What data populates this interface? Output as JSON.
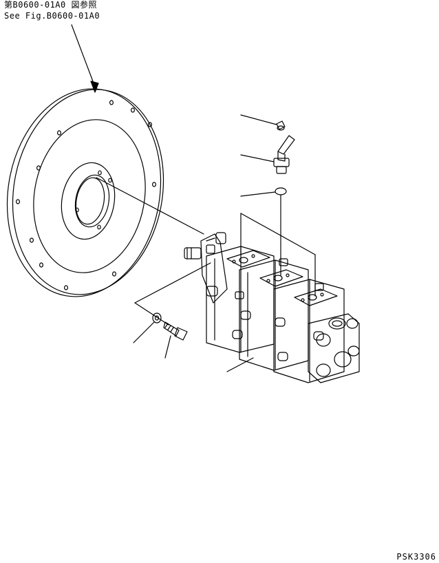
{
  "reference": {
    "japanese": "第B0600-01A0 図参照",
    "english": "See Fig.B0600-01A0"
  },
  "drawing_code": "PSK3306",
  "colors": {
    "line": "#000000",
    "background": "#ffffff"
  },
  "parts": [
    {
      "name": "flywheel-housing-plate",
      "icon": "flange-plate-icon"
    },
    {
      "name": "hydraulic-pump-assembly",
      "icon": "gear-pump-icon"
    },
    {
      "name": "plug",
      "icon": "plug-icon"
    },
    {
      "name": "elbow-fitting",
      "icon": "elbow-icon"
    },
    {
      "name": "o-ring",
      "icon": "o-ring-icon"
    },
    {
      "name": "washer",
      "icon": "washer-icon"
    },
    {
      "name": "bolt",
      "icon": "bolt-icon"
    }
  ]
}
